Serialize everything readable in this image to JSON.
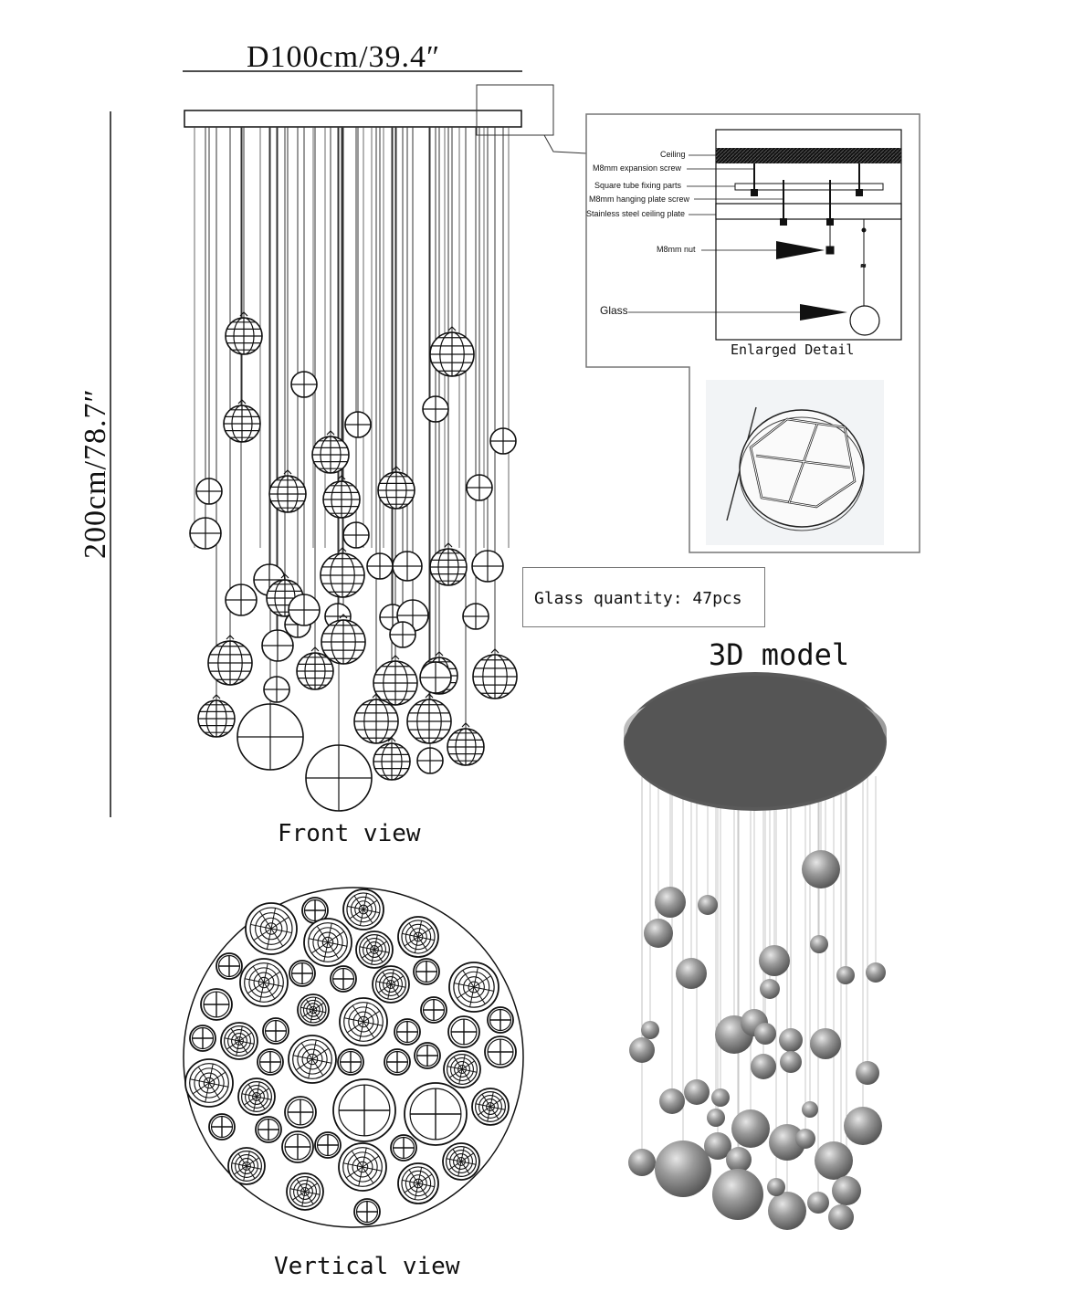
{
  "dimensions": {
    "width_label": "D100cm/39.4″",
    "height_label": "200cm/78.7″"
  },
  "captions": {
    "front_view": "Front view",
    "vertical_view": "Vertical view",
    "model_3d": "3D model",
    "enlarged_detail": "Enlarged Detail"
  },
  "glass_quantity": "Glass quantity: 47pcs",
  "detail_parts": {
    "ceiling": "Ceiling",
    "expansion_screw": "M8mm expansion screw",
    "square_tube": "Square tube fixing parts",
    "hanging_plate_screw": "M8mm hanging plate screw",
    "ceiling_plate": "Stainless steel ceiling plate",
    "nut": "M8mm nut",
    "glass": "Glass"
  },
  "colors": {
    "line": "#111111",
    "frame": "#777777",
    "model_ball": "#8c8c8c",
    "model_plate": "#555555"
  }
}
